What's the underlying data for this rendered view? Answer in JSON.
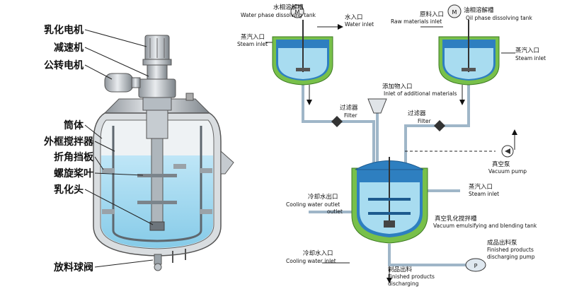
{
  "reactor": {
    "labels": [
      {
        "id": "emulsifier-motor",
        "text": "乳化电机"
      },
      {
        "id": "reducer",
        "text": "减速机"
      },
      {
        "id": "revolution-motor",
        "text": "公转电机"
      },
      {
        "id": "cylinder",
        "text": "筒体"
      },
      {
        "id": "outer-frame-agitator",
        "text": "外框搅拌器"
      },
      {
        "id": "folded-baffle",
        "text": "折角挡板"
      },
      {
        "id": "spiral-paddle",
        "text": "螺旋桨叶"
      },
      {
        "id": "emulsifying-head",
        "text": "乳化头"
      },
      {
        "id": "discharge-ball-valve",
        "text": "放料球阀"
      }
    ]
  },
  "process": {
    "water_tank_cn": "水相溶解槽",
    "water_tank_en": "Water phase dissolving tank",
    "water_inlet_cn": "水入口",
    "water_inlet_en": "Water inlet",
    "raw_inlet_cn": "原料入口",
    "raw_inlet_en": "Raw materials inlet",
    "oil_tank_cn": "油相溶解槽",
    "oil_tank_en": "Oil phase dissolving tank",
    "steam_left_cn": "蒸汽入口",
    "steam_left_en": "Steam inlet",
    "steam_right_cn": "蒸汽入口",
    "steam_right_en": "Steam inlet",
    "additive_cn": "添加物入口",
    "additive_en": "Inlet of additional materials",
    "filter_left_cn": "过滤器",
    "filter_left_en": "Filter",
    "filter_right_cn": "过滤器",
    "filter_right_en": "Filter",
    "vacuum_cn": "真空泵",
    "vacuum_en": "Vacuum pump",
    "steam_main_cn": "蒸汽入口",
    "steam_main_en": "Steam inlet",
    "cool_out_cn": "冷却水出口",
    "cool_out_en": "Cooling water outlet",
    "tank_cn": "真空乳化搅拌槽",
    "tank_en": "Vacuum emulsifying and blending tank",
    "cool_in_cn": "冷却水入口",
    "cool_in_en": "Cooling water inlet",
    "pump_cn": "成品出料泵",
    "pump_en1": "Finished products",
    "pump_en2": "discharging pump",
    "out_cn": "制品出料",
    "out_en1": "Finished products",
    "out_en2": "discharging",
    "motor_glyph": "M",
    "pump_glyph": "P"
  },
  "colors": {
    "liquid": "#a8dcf0",
    "jacket_green": "#78c04a",
    "vessel_blue": "#2e7fc0",
    "pipe": "#b0c4d6",
    "metal": "#c8ccd0"
  }
}
